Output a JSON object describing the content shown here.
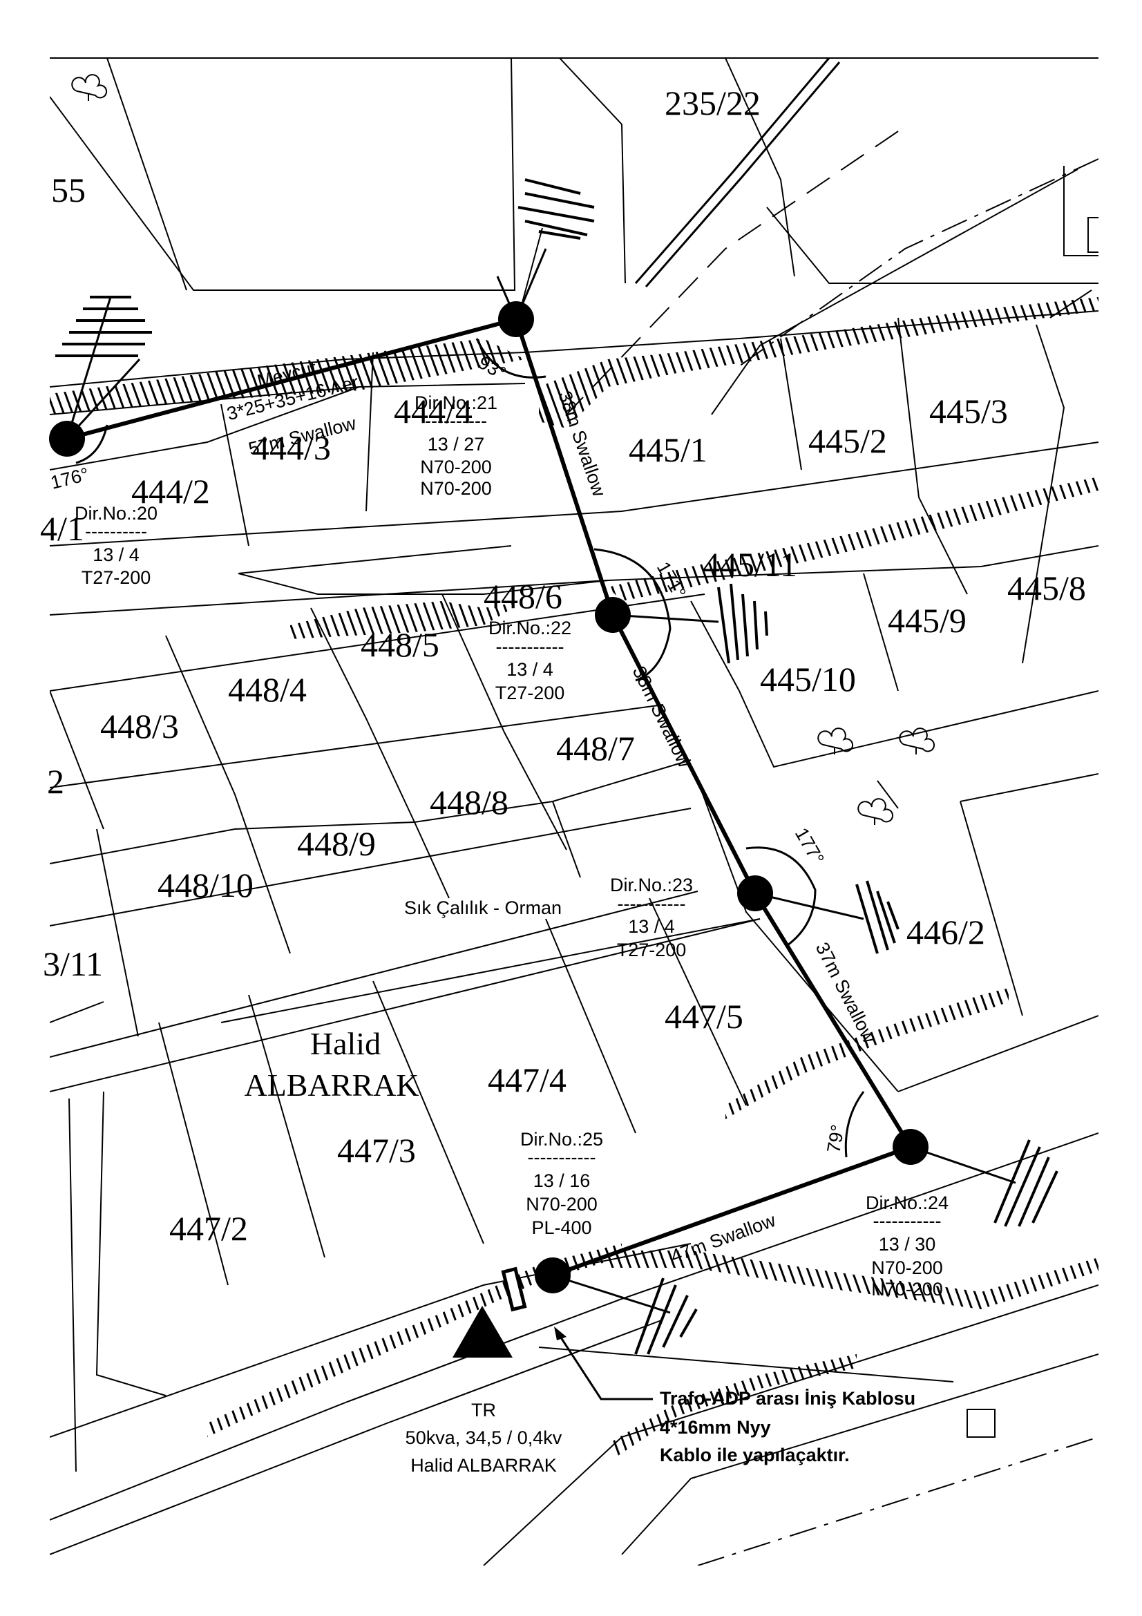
{
  "parcels": [
    "235/22",
    "55",
    "444/4",
    "444/3",
    "444/2",
    "4/1",
    "445/1",
    "445/2",
    "445/3",
    "445/11",
    "445/8",
    "445/9",
    "445/10",
    "448/6",
    "448/5",
    "448/4",
    "448/3",
    "448/7",
    "448/8",
    "448/9",
    "448/10",
    "2",
    "3/11",
    "446/2",
    "447/5",
    "447/4",
    "447/3",
    "447/2"
  ],
  "owner": {
    "first": "Halid",
    "last": "ALBARRAK"
  },
  "existing_line": {
    "label1": "Mevcut",
    "label2": "3*25+35+16 Aer",
    "label3": "57m Swallow"
  },
  "poles": [
    {
      "title": "Dir.No.:20",
      "sep": "----------",
      "spec": "13 / 4",
      "type": "T27-200"
    },
    {
      "title": "Dir.No.:21",
      "sep": "----------",
      "spec": "13 / 27",
      "type": "N70-200",
      "type2": "N70-200"
    },
    {
      "title": "Dir.No.:22",
      "sep": "-----------",
      "spec": "13 / 4",
      "type": "T27-200"
    },
    {
      "title": "Dir.No.:23",
      "sep": "-----------",
      "spec": "13 / 4",
      "type": "T27-200"
    },
    {
      "title": "Dir.No.:24",
      "sep": "-----------",
      "spec": "13 / 30",
      "type": "N70-200",
      "type2": "N70-200"
    },
    {
      "title": "Dir.No.:25",
      "sep": "-----------",
      "spec": "13 / 16",
      "type": "N70-200",
      "type2": "PL-400"
    }
  ],
  "spans": [
    "38m Swallow",
    "38m Swallow",
    "37m Swallow",
    "47m Swallow"
  ],
  "angles": [
    "176°",
    "93°",
    "171°",
    "177°",
    "79°"
  ],
  "forest_label": "Sık Çalılık - Orman",
  "transformer": {
    "label": "TR",
    "rating": "50kva, 34,5 / 0,4kv",
    "owner": "Halid ALBARRAK"
  },
  "cable_note": {
    "line1": "Trafo-ADP arası İniş Kablosu",
    "line2": "4*16mm Nyy",
    "line3": "Kablo ile yapılaçaktır."
  },
  "colors": {
    "ink": "#000000",
    "paper": "#ffffff"
  }
}
